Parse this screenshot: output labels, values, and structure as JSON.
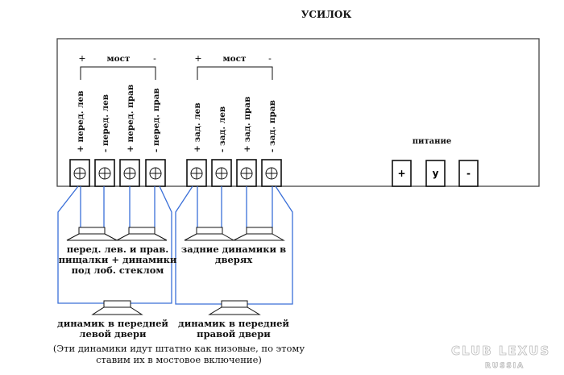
{
  "title": "УСИЛОК",
  "bridge_groups": [
    {
      "plus": "+",
      "label": "мост",
      "minus": "-"
    },
    {
      "plus": "+",
      "label": "мост",
      "minus": "-"
    }
  ],
  "terminals": [
    "+ перед. лев",
    "- перед. лев",
    "+ перед. прав",
    "- перед. прав",
    "+ зад. лев",
    "- зад. лев",
    "+ зад. прав",
    "- зад. прав"
  ],
  "power": {
    "label": "питание",
    "terminals": [
      "+",
      "у",
      "-"
    ]
  },
  "speakers": {
    "front_caption": [
      "перед. лев. и прав.",
      "пищалки + динамики",
      "под лоб. стеклом"
    ],
    "rear_caption": [
      "задние динамики в",
      "дверях"
    ],
    "front_left_door": [
      "динамик в передней",
      "левой двери"
    ],
    "front_right_door": [
      "динамик в передней",
      "правой двери"
    ]
  },
  "note": [
    "(Эти динамики идут штатно как низовые, по этому",
    "ставим их в мостовое включение)"
  ],
  "watermark": [
    "CLUB LEXUS",
    "RUSSIA"
  ],
  "colors": {
    "wire": "#3a6fd8",
    "line": "#111111"
  }
}
